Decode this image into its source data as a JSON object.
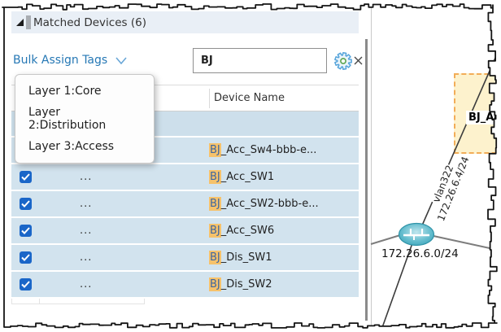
{
  "header": {
    "title": "Matched Devices (6)"
  },
  "toolbar": {
    "bulk_assign_label": "Bulk Assign Tags",
    "search_value": "BJ"
  },
  "dropdown": {
    "items": [
      {
        "label": "Layer 1:Core"
      },
      {
        "label": "Layer 2:Distribution"
      },
      {
        "label": "Layer 3:Access"
      }
    ]
  },
  "table": {
    "device_name_header": "Device Name",
    "row_menu_label": "...",
    "rows": [
      {
        "checked": true,
        "match": "BJ",
        "rest": "_Acc_Sw4-bbb-e..."
      },
      {
        "checked": true,
        "match": "BJ",
        "rest": "_Acc_SW1"
      },
      {
        "checked": true,
        "match": "BJ",
        "rest": "_Acc_SW2-bbb-e..."
      },
      {
        "checked": true,
        "match": "BJ",
        "rest": "_Acc_SW6"
      },
      {
        "checked": true,
        "match": "BJ",
        "rest": "_Dis_SW1"
      },
      {
        "checked": true,
        "match": "BJ",
        "rest": "_Dis_SW2"
      }
    ]
  },
  "topology": {
    "link_label": "vlan322 172.26.6.4/24",
    "subnet_label": "172.26.6.0/24",
    "device_label": "BJ_Acc"
  },
  "colors": {
    "accent_blue": "#2678b5",
    "row_blue": "#d2e3ee",
    "checkbox_blue": "#1a66c8",
    "match_highlight": "#f6c26b",
    "match_text": "#3d66a0",
    "selection_fill": "#fdf2cd",
    "selection_border": "#f2ad58",
    "node_teal": "#45aabf",
    "gear_blue": "#54a3da",
    "gear_green": "#5aa34d"
  }
}
